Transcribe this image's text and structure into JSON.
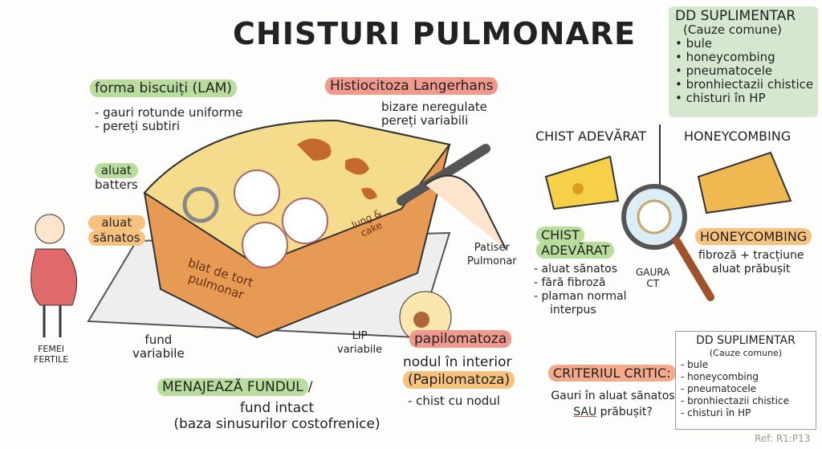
{
  "title": "CHISTURI PULMONARE",
  "dd_top": {
    "title": "DD SUPLIMENTAR",
    "subtitle": "(Cauze comune)",
    "items": [
      "• bule",
      "• honeycombing",
      "• pneumatocele",
      "• bronhiectazii chistice",
      "• chisturi în HP"
    ]
  },
  "lam": {
    "label": "forma biscuiți (LAM)",
    "lines": [
      "- gauri rotunde uniforme",
      "- pereți subtiri"
    ]
  },
  "histio": {
    "label": "Histiocitoza Langerhans",
    "lines": [
      "bizare neregulate",
      "pereți variabili"
    ]
  },
  "aluat_batters": [
    "aluat",
    "batters"
  ],
  "aluat_sanatos": [
    "aluat",
    "sănatos"
  ],
  "cake_label": [
    "blat de tort",
    "pulmonar"
  ],
  "lung_cake": [
    "lung &",
    "cake"
  ],
  "patiser": [
    "Patiser",
    "Pulmonar"
  ],
  "femei": [
    "FEMEI",
    "FERTILE"
  ],
  "fund": [
    "fund",
    "variabile"
  ],
  "lip": [
    "LIP",
    "variabile"
  ],
  "menajeaza": {
    "label": "MENAJEAZĂ FUNDUL",
    "slash": "/",
    "lines": [
      "fund intact",
      "(baza sinusurilor costofrenice)"
    ]
  },
  "papilo": {
    "label": "papilomatoza",
    "line1": "nodul în interior",
    "label2": "(Papilomatoza)",
    "line2": "- chist cu nodul"
  },
  "chist_header": "CHIST ADEVĂRAT",
  "honey_header": "HONEYCOMBING",
  "chist": {
    "label": [
      "CHIST",
      "ADEVĂRAT"
    ],
    "lines": [
      "- aluat sănatos",
      "- fără fibroză",
      "- plaman normal",
      "interpus"
    ]
  },
  "gaura": [
    "GAURA",
    "CT"
  ],
  "honey": {
    "label": "HONEYCOMBING",
    "lines": [
      "fibroză + tracțiune",
      "aluat prăbușit"
    ]
  },
  "criteriu": {
    "label": "CRITERIUL CRITIC:",
    "line1": "Gauri în aluat sănatos",
    "sau": "SAU",
    "line2": " prăbușit?"
  },
  "dd_bottom": {
    "title": "DD SUPLIMENTAR",
    "subtitle": "(Cauze comune)",
    "items": [
      "- bule",
      "- honeycombing",
      "- pneumatocele",
      "- bronhiectazii chistice",
      "- chisturi în HP"
    ]
  },
  "ref": "Ref: R1:P13"
}
